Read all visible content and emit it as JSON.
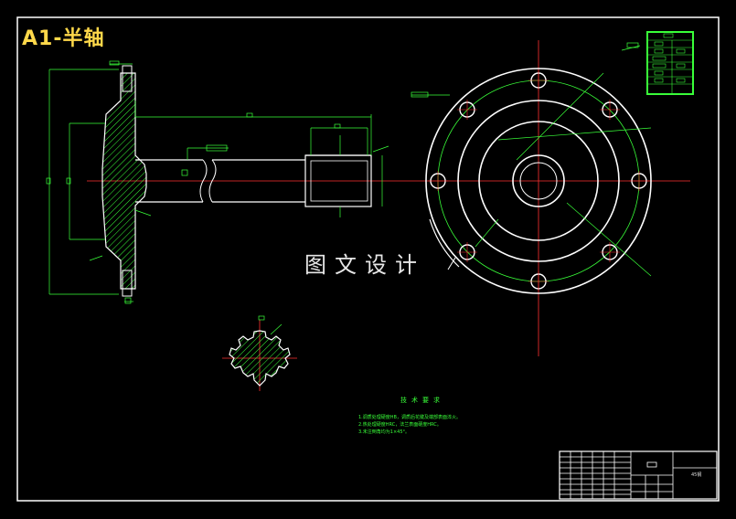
{
  "drawing": {
    "title": "A1-半轴",
    "watermark": "图文设计",
    "tech_requirements": {
      "heading": "技术要求",
      "lines": [
        "1.调质处理硬度HB，调质后花键及端部表面淬火。",
        "2.热处理硬度HRC，法兰表面硬度HRC。",
        "3.未注倒角均为1×45°。"
      ]
    },
    "title_block": {
      "material": "45钢"
    }
  },
  "colors": {
    "background": "#000000",
    "outline": "#ffffff",
    "dimension": "#39ff39",
    "centerline": "#ff3030",
    "title": "#ffd84a"
  }
}
